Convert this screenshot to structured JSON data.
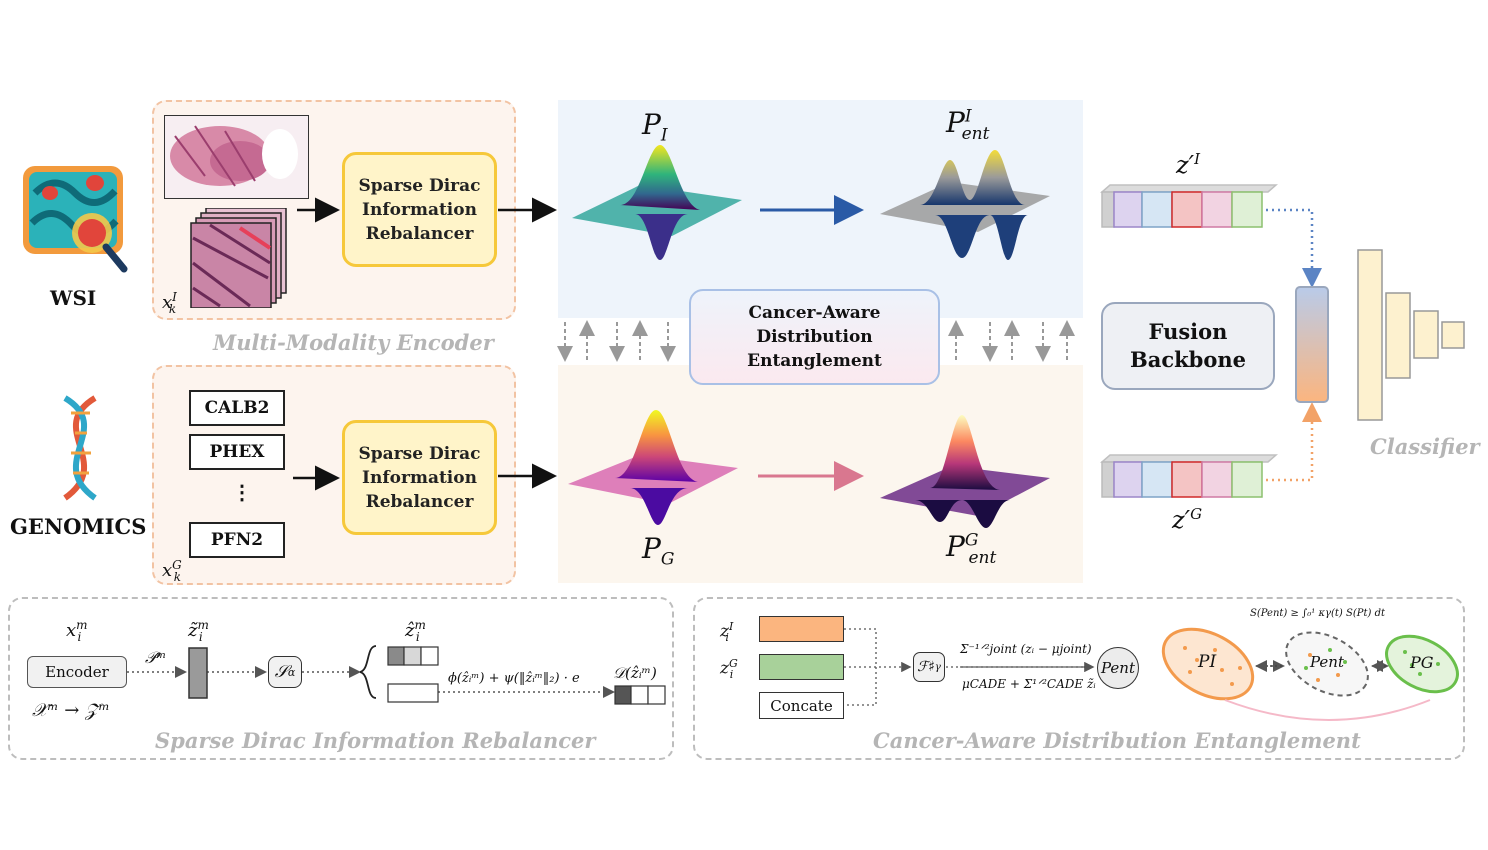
{
  "modalities": {
    "wsi": "WSI",
    "genomics": "GENOMICS"
  },
  "encoder": {
    "caption": "Multi-Modality Encoder",
    "sdir_label_line1": "Sparse Dirac",
    "sdir_label_line2": "Information",
    "sdir_label_line3": "Rebalancer",
    "wsi_input_base": "x",
    "wsi_input_sup": "I",
    "wsi_input_sub": "k",
    "gen_input_base": "x",
    "gen_input_sup": "G",
    "gen_input_sub": "k",
    "genes": [
      "CALB2",
      "PHEX",
      "⋮",
      "PFN2"
    ]
  },
  "distributions": {
    "p_image": {
      "base": "P",
      "sub": "I"
    },
    "p_image_ent": {
      "base": "P",
      "sup": "I",
      "sub": "ent"
    },
    "p_gen": {
      "base": "P",
      "sub": "G"
    },
    "p_gen_ent": {
      "base": "P",
      "sup": "G",
      "sub": "ent"
    },
    "cade_line1": "Cancer-Aware",
    "cade_line2": "Distribution",
    "cade_line3": "Entanglement"
  },
  "fusion": {
    "z_image": {
      "base": "z′",
      "sup": "I"
    },
    "z_gen": {
      "base": "z′",
      "sup": "G"
    },
    "backbone_line1": "Fusion",
    "backbone_line2": "Backbone",
    "classifier": "Classifier"
  },
  "sdir_detail": {
    "caption": "Sparse Dirac Information Rebalancer",
    "x_label": "x",
    "x_sup": "m",
    "x_sub": "i",
    "encoder_label": "Encoder",
    "mapping": "𝒳ᵐ → 𝒵ᵐ",
    "proj_label": "𝒫ᵐ",
    "z_tilde": "z̃",
    "z_tilde_sup": "m",
    "z_tilde_sub": "i",
    "s_alpha": "𝒮",
    "s_alpha_sub": "α",
    "z_hat": "ẑ",
    "z_hat_sup": "m",
    "z_hat_sub": "i",
    "formula": "ϕ(ẑᵢᵐ) + ψ(‖ẑᵢᵐ‖₂) · e",
    "dirac_label": "𝒟(ẑᵢᵐ)"
  },
  "cade_detail": {
    "caption": "Cancer-Aware Distribution Entanglement",
    "z_i_image": {
      "base": "z",
      "sup": "I",
      "sub": "i"
    },
    "z_i_gen": {
      "base": "z",
      "sup": "G",
      "sub": "i"
    },
    "concat_label": "Concate",
    "f_label": "ℱ♯",
    "f_sub": "γ",
    "top_formula": "Σ⁻¹ᐟ²joint (zᵢ − μjoint)",
    "bottom_formula": "μCADE + Σ¹ᐟ²CADE z̃ᵢ",
    "p_ent": "Pent",
    "inequality": "S(Pent) ≥ ∫₀¹ κγ(t) S(Pt) dt",
    "p_i": "PI",
    "p_ent_node": "Pent",
    "p_g": "PG"
  },
  "colors": {
    "encoder_border": "#f2c3a3",
    "sdir_fill": "#fff4c9",
    "sdir_border": "#f6c83a",
    "top_panel": "#eef4fb",
    "bottom_panel": "#fcf6ee",
    "cade_border": "#a9c0e6",
    "fusion_border": "#9aa7bd",
    "classifier_fill": "#fdf1cf",
    "zi_image_fill": "#fbb57f",
    "zi_gen_fill": "#a8d19a",
    "pi_node": "#f39a4c",
    "pg_node": "#6abf4b"
  }
}
